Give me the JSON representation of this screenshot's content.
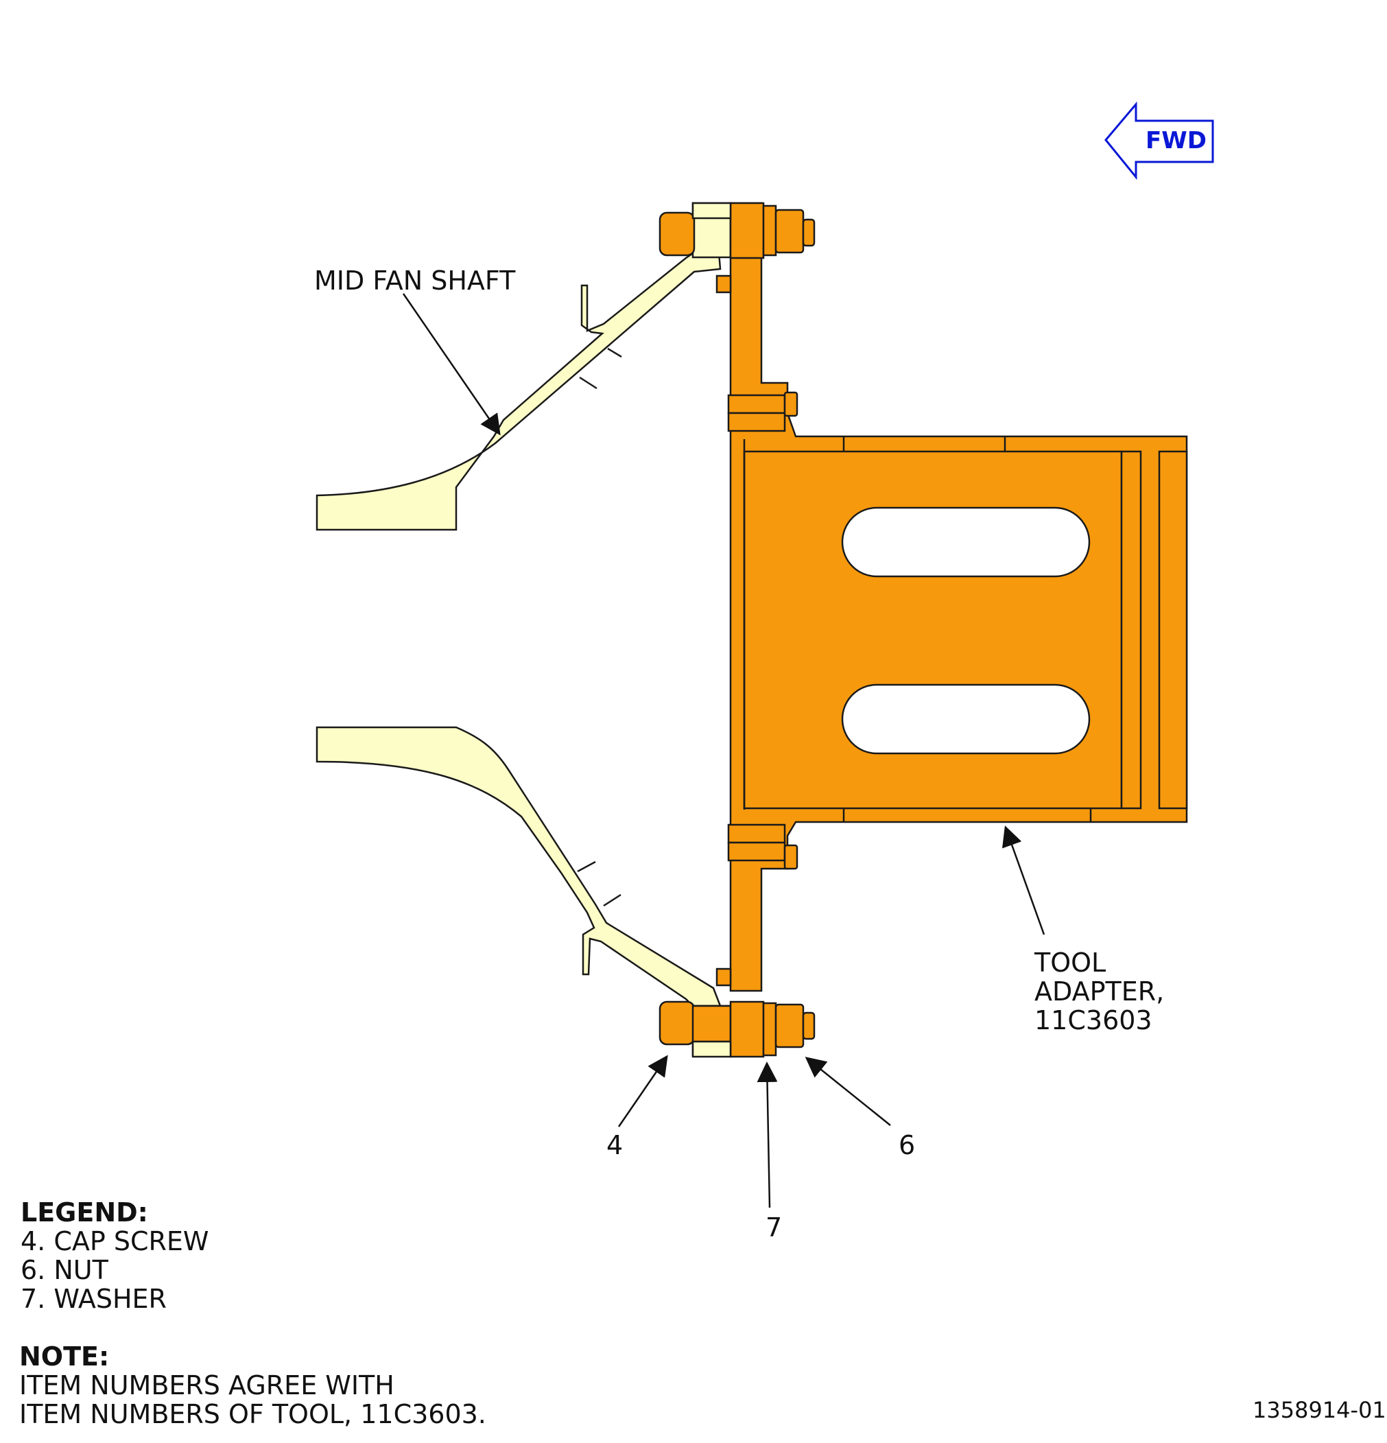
{
  "labels": {
    "fwd": "FWD",
    "mid_fan_shaft": "MID FAN SHAFT",
    "tool_adapter": [
      "TOOL",
      "ADAPTER,",
      "11C3603"
    ],
    "callout_4": "4",
    "callout_6": "6",
    "callout_7": "7",
    "figure_id": "1358914-01"
  },
  "legend": {
    "title": "LEGEND:",
    "items": [
      "4.  CAP SCREW",
      "6.  NUT",
      "7.  WASHER"
    ]
  },
  "note": {
    "title": "NOTE:",
    "lines": [
      "ITEM NUMBERS AGREE WITH",
      "ITEM NUMBERS OF TOOL, 11C3603."
    ]
  },
  "colors": {
    "tool": "#f7990d",
    "shaft": "#fdfdc7",
    "outline": "#1a1a1a",
    "fwd_arrow": "#0a18d6"
  }
}
